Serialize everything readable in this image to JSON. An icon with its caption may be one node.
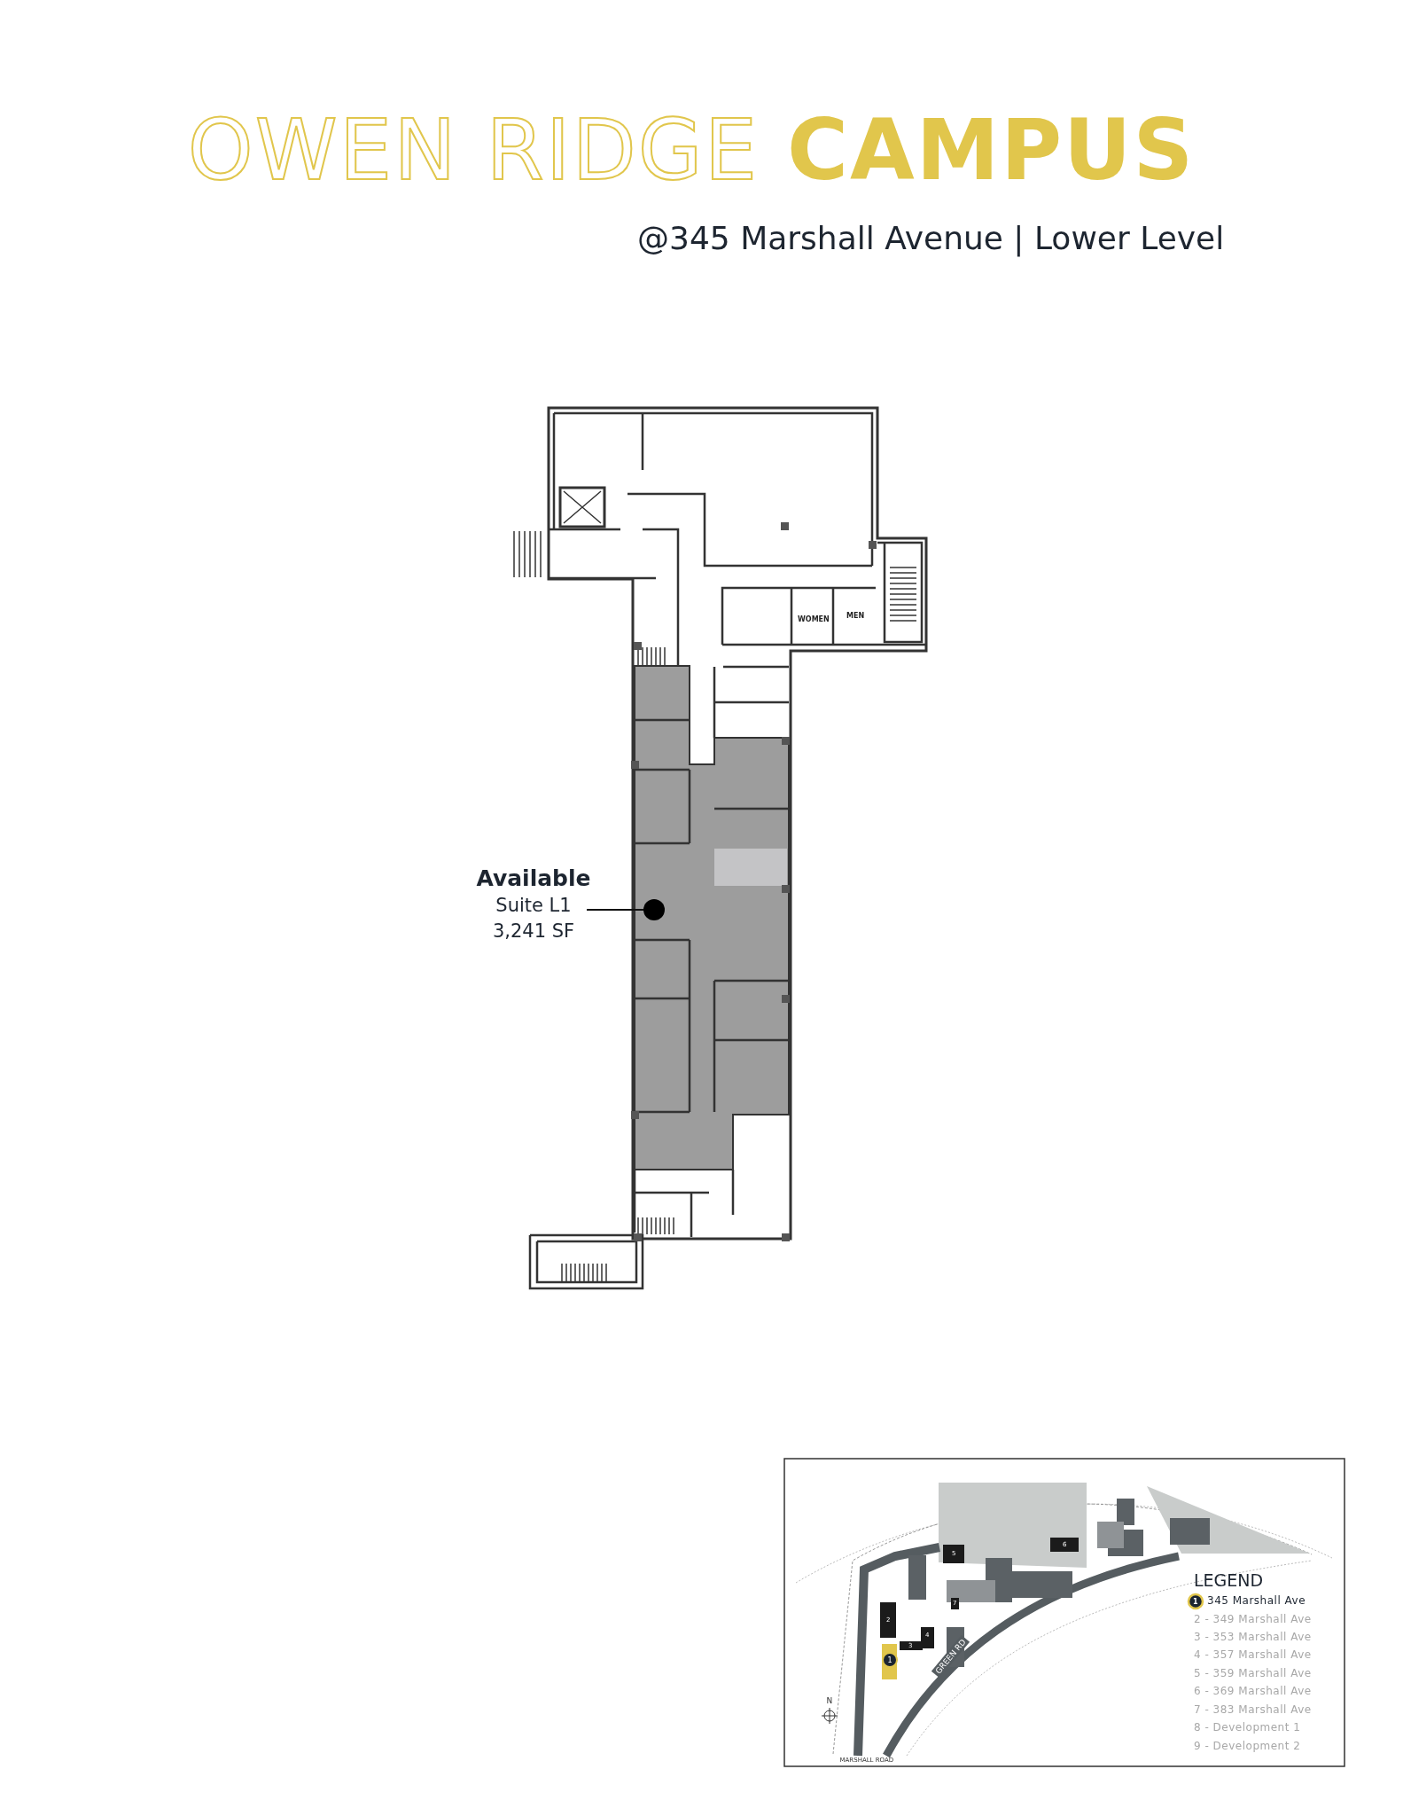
{
  "diagram": {
    "title": "OWEN RIDGE **CAMPUS**",
    "nodes": [
      {
        "text": [
          "Available",
          "Suite L1",
          "3,241 SF"
        ]
      },
      {
        "text": [],
        "shape": "circle"
      }
    ],
    "edges": [
      {
        "from": 0,
        "to": 1,
        "arrow": "none"
      }
    ],
    "labels": [
      "@345 Marshall Avenue | Lower Level",
      "WOMEN",
      "MEN",
      "5",
      "6",
      "7",
      "2",
      "4",
      "3",
      "1",
      "GREEN RD",
      "N",
      "MARSHALL ROAD",
      "LEGEND",
      "1"
    ],
    "legend": [
      {
        "text": "345 Marshall Ave"
      },
      {
        "text": "2 - 349 Marshall Ave"
      },
      {
        "text": "3 - 353 Marshall Ave"
      },
      {
        "text": "4 - 357 Marshall Ave"
      },
      {
        "text": "5 - 359 Marshall Ave"
      },
      {
        "text": "6 - 369 Marshall Ave"
      },
      {
        "text": "7 - 383 Marshall Ave"
      },
      {
        "text": "8 - Development 1"
      },
      {
        "text": "9 - Development 2"
      }
    ]
  }
}
